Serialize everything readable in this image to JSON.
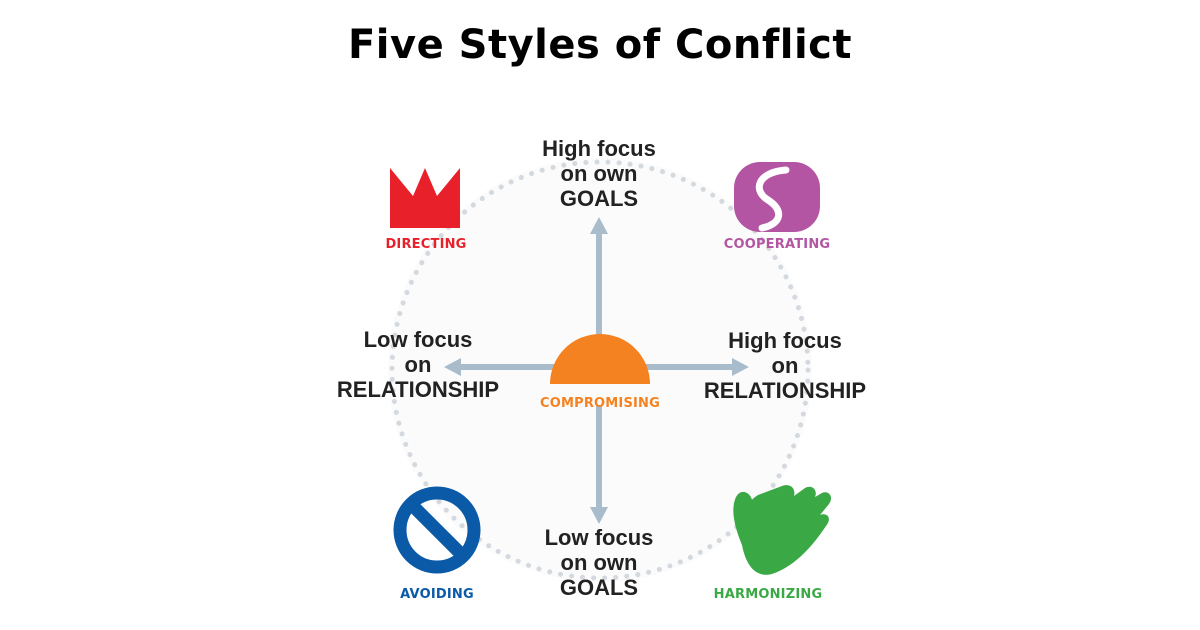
{
  "title": "Five Styles of Conflict",
  "axes": {
    "top": {
      "lines": [
        "High focus",
        "on own",
        "GOALS"
      ]
    },
    "bottom": {
      "lines": [
        "Low focus",
        "on own",
        "GOALS"
      ]
    },
    "left": {
      "lines": [
        "Low focus",
        "on",
        "RELATIONSHIP"
      ]
    },
    "right": {
      "lines": [
        "High focus",
        "on",
        "RELATIONSHIP"
      ]
    }
  },
  "styles": {
    "directing": {
      "label": "DIRECTING",
      "color": "#e8202a",
      "icon": "crown-icon"
    },
    "cooperating": {
      "label": "COOPERATING",
      "color": "#b355a2",
      "icon": "yin-yang-icon"
    },
    "compromising": {
      "label": "COMPROMISING",
      "color": "#f58220",
      "icon": "half-circle-icon"
    },
    "avoiding": {
      "label": "AVOIDING",
      "color": "#0a5aa8",
      "icon": "no-sign-icon"
    },
    "harmonizing": {
      "label": "HARMONIZING",
      "color": "#3aa845",
      "icon": "hand-icon"
    }
  },
  "colors": {
    "arrow": "#a9bccb",
    "ring": "#d3d9de"
  }
}
